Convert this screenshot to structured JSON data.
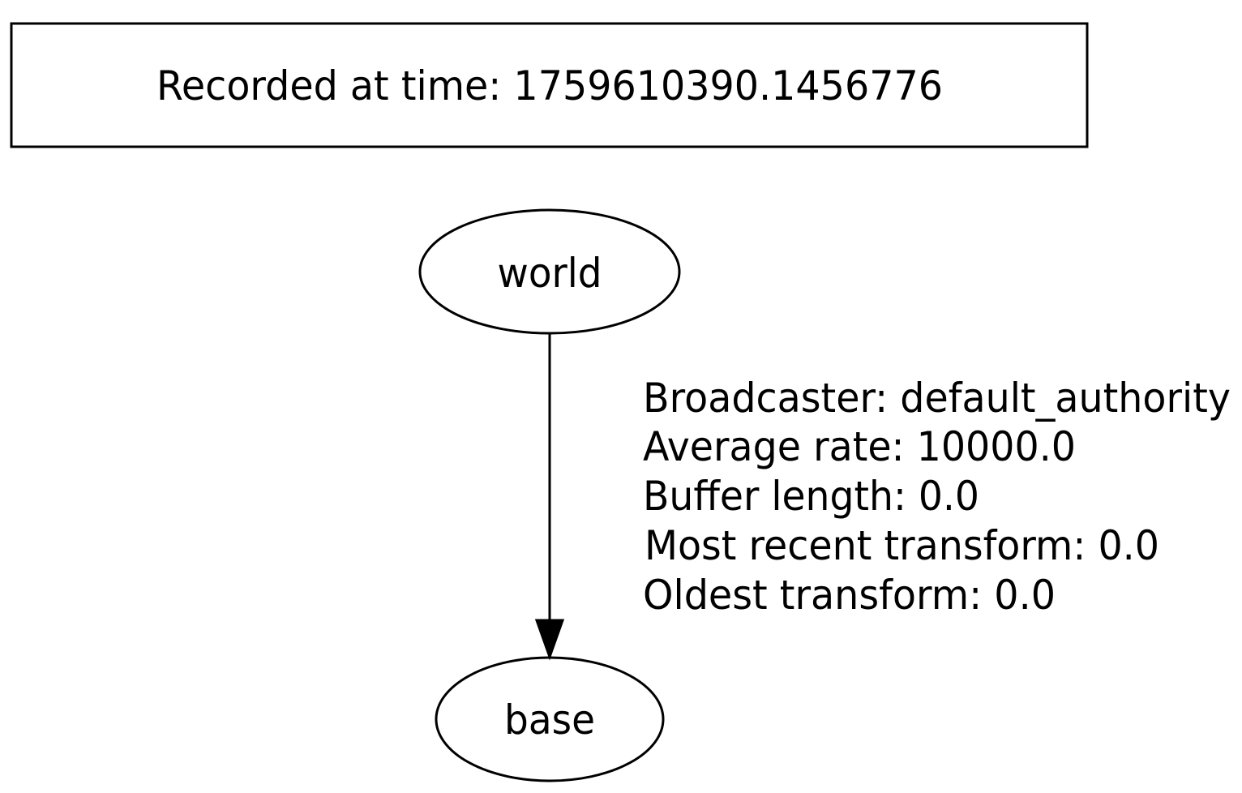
{
  "header": {
    "recorded_label": "Recorded at time: 1759610390.1456776"
  },
  "nodes": [
    {
      "id": "world",
      "label": "world"
    },
    {
      "id": "base",
      "label": "base"
    }
  ],
  "edge": {
    "from": "world",
    "to": "base",
    "label_lines": [
      "Broadcaster: default_authority",
      "Average rate: 10000.0",
      "Buffer length: 0.0",
      "Most recent transform: 0.0",
      "Oldest transform: 0.0"
    ]
  },
  "colors": {
    "stroke": "#000000",
    "background": "#ffffff"
  }
}
